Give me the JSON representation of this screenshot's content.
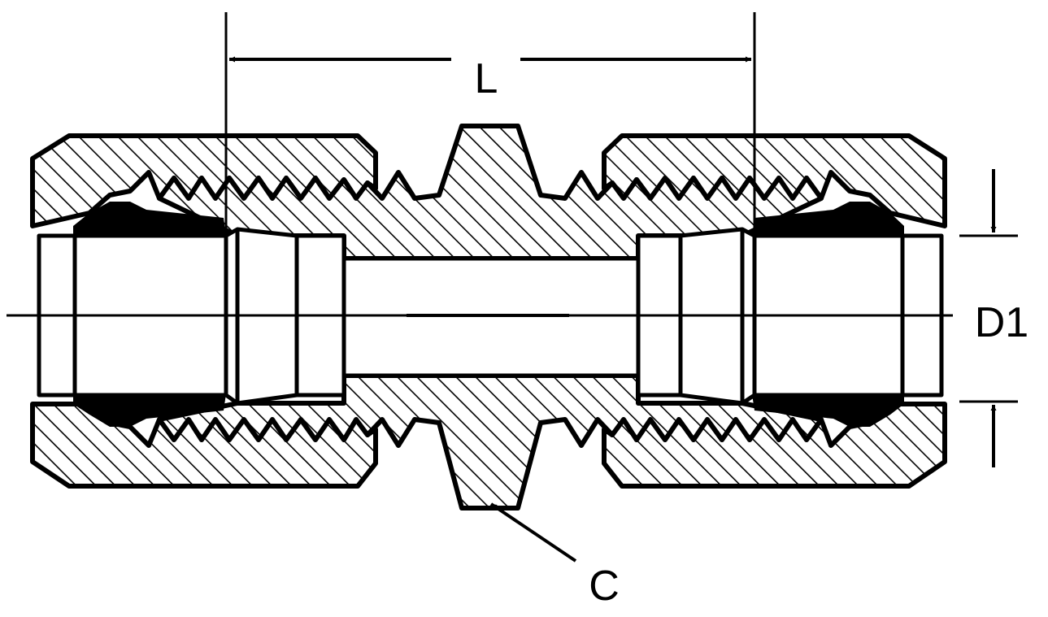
{
  "diagram": {
    "labels": {
      "length": "L",
      "diameter": "D1",
      "hex": "C"
    },
    "colors": {
      "ink": "#000000",
      "paper": "#ffffff"
    }
  }
}
